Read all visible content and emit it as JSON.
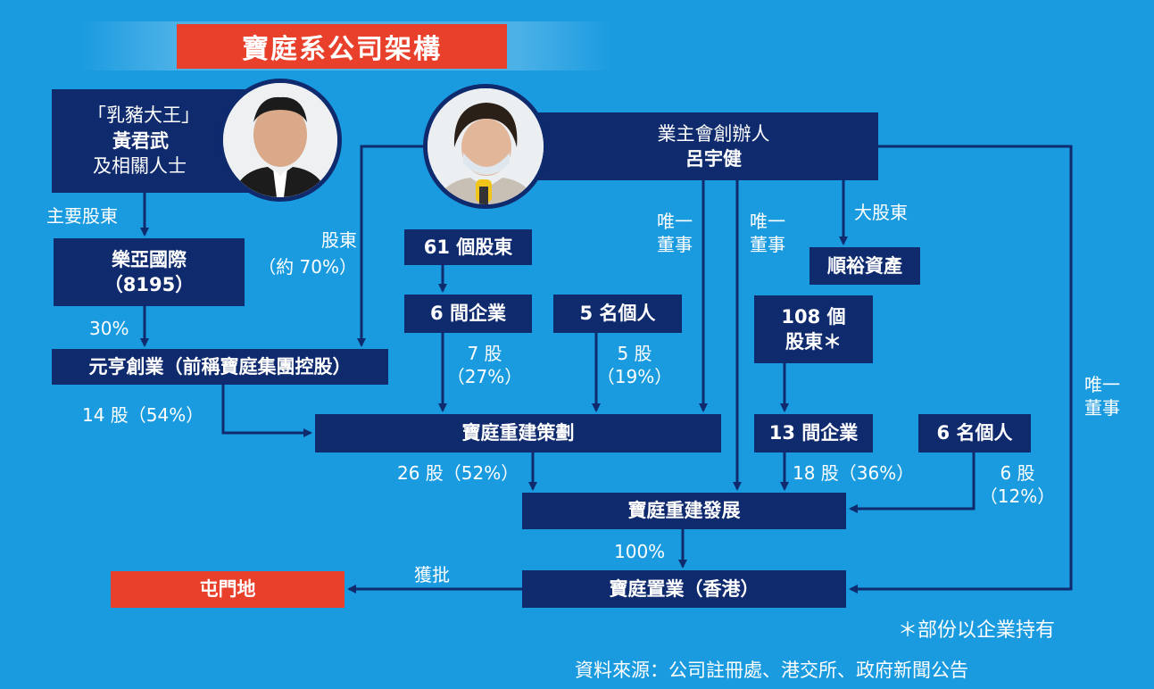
{
  "title": "寶庭系公司架構",
  "nodes": {
    "huang": {
      "line1": "「乳豬大王」",
      "line2": "黃君武",
      "line3": "及相關人士"
    },
    "lu": {
      "line1": "業主會創辦人",
      "line2": "呂宇健"
    },
    "lokya": {
      "line1": "樂亞國際",
      "line2": "（8195）"
    },
    "yuenhang": "元亨創業（前稱寶庭集團控股）",
    "s61": "61 個股東",
    "co6": "6 間企業",
    "p5": "5 名個人",
    "shunyu": "順裕資產",
    "s108": {
      "line1": "108 個",
      "line2": "股東＊"
    },
    "planning": "寶庭重建策劃",
    "co13": "13 間企業",
    "p6": "6 名個人",
    "development": "寶庭重建發展",
    "property": "寶庭置業（香港）",
    "tuenmun": "屯門地"
  },
  "labels": {
    "major_shareholder": "主要股東",
    "pct30": "30%",
    "shareholder": "股東",
    "approx70": "（約 70%）",
    "sole_director_1": {
      "a": "唯一",
      "b": "董事"
    },
    "sole_director_2": {
      "a": "唯一",
      "b": "董事"
    },
    "sole_director_3": {
      "a": "唯一",
      "b": "董事"
    },
    "big_shareholder": "大股東",
    "shares7": {
      "a": "7 股",
      "b": "（27%）"
    },
    "shares5": {
      "a": "5 股",
      "b": "（19%）"
    },
    "shares14": "14 股（54%）",
    "shares26": "26 股（52%）",
    "shares18": "18 股（36%）",
    "shares6": {
      "a": "6 股",
      "b": "（12%）"
    },
    "pct100": "100%",
    "approved": "獲批"
  },
  "footnote": "＊部份以企業持有",
  "source": "資料來源：公司註冊處、港交所、政府新聞公告",
  "colors": {
    "background": "#1a9be0",
    "box": "#0f2b6e",
    "accent": "#e8402b",
    "line": "#0f2b6e"
  }
}
